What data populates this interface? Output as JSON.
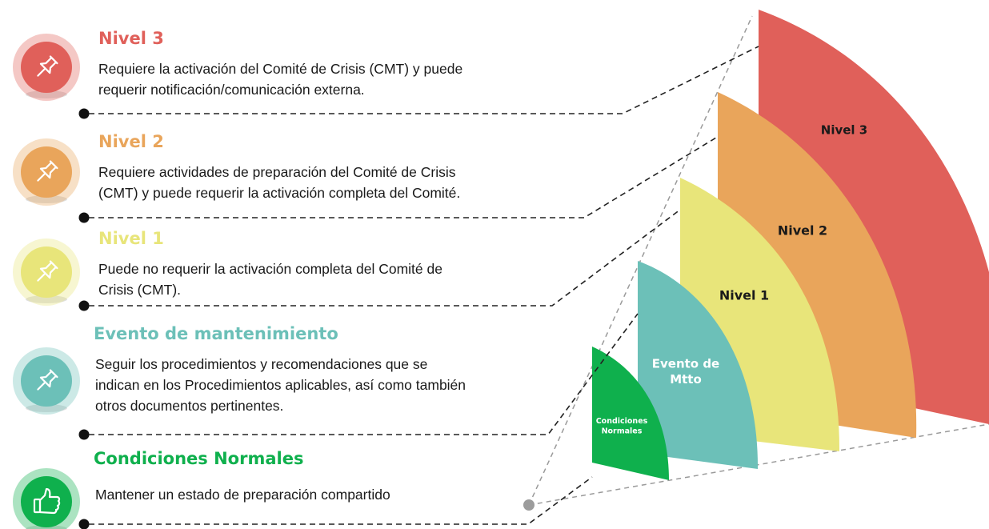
{
  "colors": {
    "nivel3": "#e0605a",
    "nivel2": "#e9a55b",
    "nivel1": "#e8e57a",
    "evento": "#6cc0b8",
    "normales": "#0fb04d",
    "text": "#1a1a1a",
    "dashed": "#222222",
    "guide": "#9a9a9a"
  },
  "levels": [
    {
      "key": "nivel3",
      "title": "Nivel 3",
      "icon": "pushpin-icon",
      "lines": [
        "Requiere la activación del Comité de Crisis (CMT) y puede",
        "requerir  notificación/comunicación  externa."
      ]
    },
    {
      "key": "nivel2",
      "title": "Nivel 2",
      "icon": "pushpin-icon",
      "lines": [
        "Requiere actividades de preparación del Comité de Crisis",
        "(CMT) y puede requerir la activación completa del Comité."
      ]
    },
    {
      "key": "nivel1",
      "title": "Nivel 1",
      "icon": "pushpin-icon",
      "lines": [
        "Puede no requerir la activación completa del Comité de",
        "Crisis (CMT)."
      ]
    },
    {
      "key": "evento",
      "title": "Evento de mantenimiento",
      "icon": "pushpin-icon",
      "lines": [
        "Seguir los procedimientos y recomendaciones que se",
        "indican en los Procedimientos aplicables, así como también",
        "otros documentos  pertinentes."
      ]
    },
    {
      "key": "normales",
      "title": "Condiciones Normales",
      "icon": "thumbs-up-icon",
      "lines": [
        "Mantener un estado de preparación  compartido"
      ]
    }
  ],
  "fan": {
    "nivel3": [
      "Nivel 3"
    ],
    "nivel2": [
      "Nivel 2"
    ],
    "nivel1": [
      "Nivel 1"
    ],
    "evento": [
      "Evento de",
      "Mtto"
    ],
    "normales": [
      "Condiciones",
      "Normales"
    ]
  }
}
